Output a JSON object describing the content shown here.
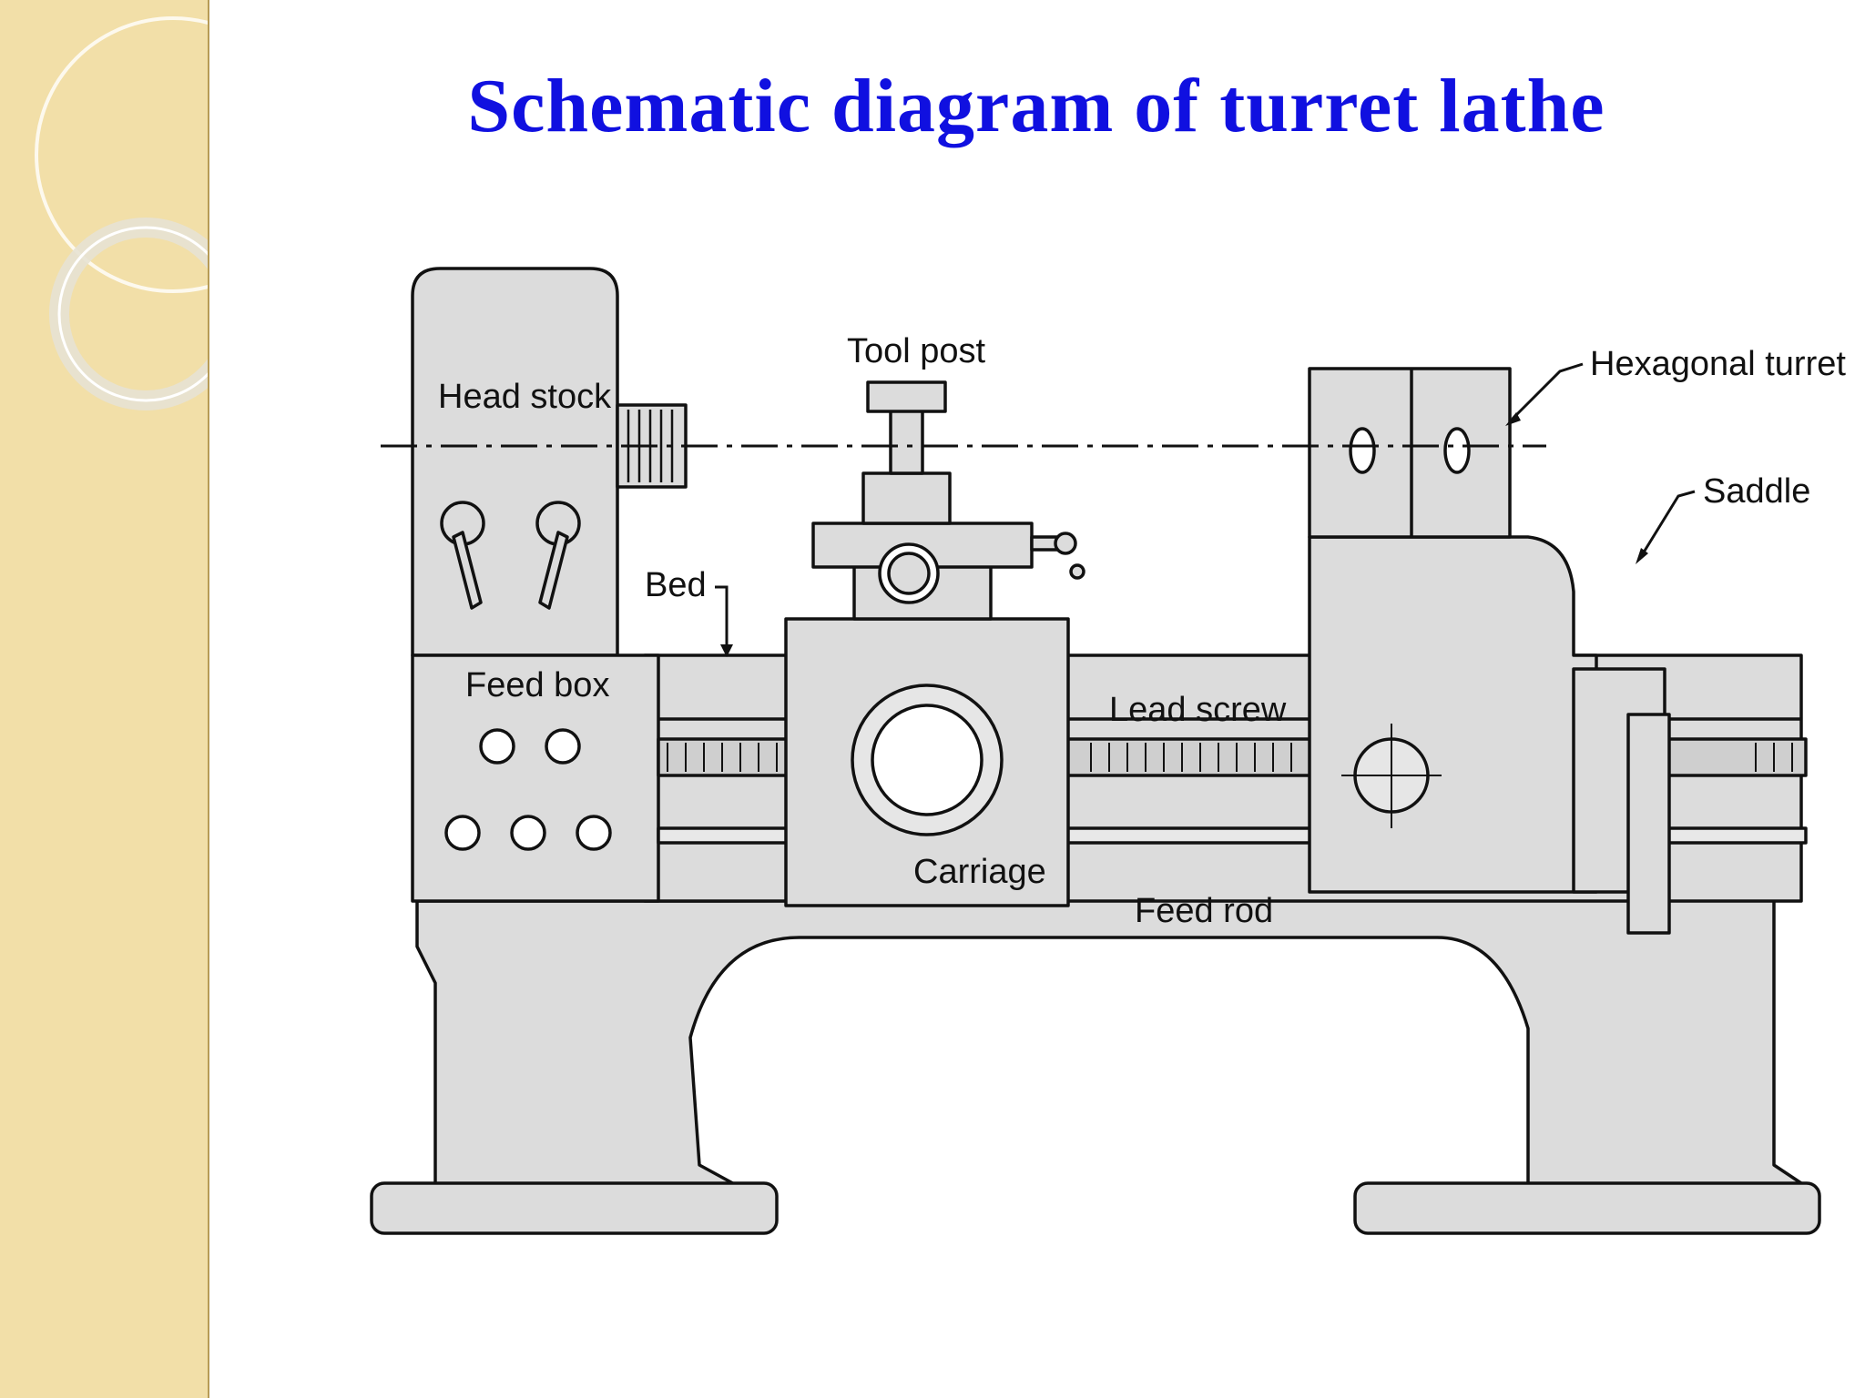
{
  "slide": {
    "title": "Schematic diagram of turret lathe",
    "colors": {
      "title": "#1010e0",
      "side_panel": "#f2dfa8",
      "machine_fill": "#dcdcdc",
      "outline": "#111111"
    }
  },
  "diagram": {
    "labels": {
      "head_stock": "Head stock",
      "tool_post": "Tool post",
      "hexagonal_turret": "Hexagonal turret",
      "saddle": "Saddle",
      "bed": "Bed",
      "feed_box": "Feed box",
      "lead_screw": "Lead screw",
      "carriage": "Carriage",
      "feed_rod": "Feed rod"
    }
  }
}
